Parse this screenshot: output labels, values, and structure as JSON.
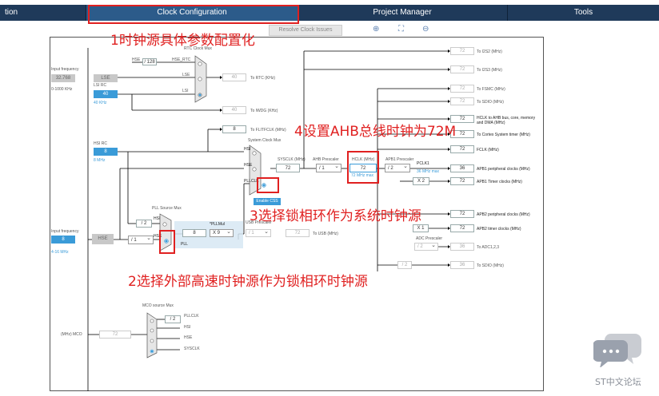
{
  "tabs": [
    {
      "label": "tion"
    },
    {
      "label": "Clock Configuration"
    },
    {
      "label": "Project Manager"
    },
    {
      "label": "Tools"
    }
  ],
  "toolbar": {
    "resolve_label": "Resolve Clock Issues"
  },
  "annotations": {
    "step1": "1时钟源具体参数配置化",
    "step2": "2选择外部高速时钟源作为锁相环时钟源",
    "step3": "3选择锁相环作为系统时钟源",
    "step4": "4设置AHB总线时钟为72M"
  },
  "diagram": {
    "input_freq_lse": "Input frequency",
    "lse_value": "32.768",
    "lse_range": "0-1000 KHz",
    "lse_label": "LSE",
    "lsi_rc": "LSI RC",
    "lsi_value": "40",
    "lsi_unit": "40 KHz",
    "rtc_mux": "RTC Clock Mux",
    "hse_rtc": "HSE_RTC",
    "div128": "/ 128",
    "hse_a": "HSE",
    "lse_b": "LSE",
    "lsi_c": "LSI",
    "rtc_value": "40",
    "rtc_label": "To RTC (KHz)",
    "iwdg_value": "40",
    "iwdg_label": "To IWDG (KHz)",
    "flit_value": "8",
    "flit_label": "To FLITFCLK (MHz)",
    "hsi_rc": "HSI RC",
    "hsi_value": "8",
    "hsi_unit": "8 MHz",
    "sysclk_mux": "System Clock Mux",
    "hsi_d": "HSI",
    "hse_d": "HSE",
    "pllclk": "PLLCLK",
    "enable_css": "Enable CSS",
    "sysclk_label": "SYSCLK (MHz)",
    "sysclk_value": "72",
    "ahb_presc": "AHB Prescaler",
    "ahb_div": "/ 1",
    "hclk_label": "HCLK (MHz)",
    "hclk_value": "72",
    "hclk_max": "72 MHz max",
    "apb1_presc": "APB1 Prescaler",
    "apb1_div": "/ 2",
    "pclk1": "PCLK1",
    "pclk1_max": "36 MHz max",
    "apb1_periph_value": "36",
    "apb1_periph_label": "APB1 peripheral clocks (MHz)",
    "x2": "X 2",
    "apb1_timer_value": "72",
    "apb1_timer_label": "APB1 Timer clocks (MHz)",
    "pll_src_mux": "PLL Source Mux",
    "div2": "/ 2",
    "hsi_e": "HSI",
    "hse_e": "HSE",
    "pll_label": "PLL",
    "pllmul_label": "*PLLMul",
    "pll_in": "8",
    "pllmul": "X 9",
    "input_freq_hse": "Input frequency",
    "hse_value": "8",
    "hse_range": "4-16 MHz",
    "hse_label": "HSE",
    "hse_div": "/ 1",
    "usb_presc": "USB Prescaler",
    "usb_div": "/ 1",
    "usb_value": "72",
    "usb_label": "To USB (MHz)",
    "out_i2s2": {
      "value": "72",
      "label": "To I2S2 (MHz)"
    },
    "out_i2s3": {
      "value": "72",
      "label": "To I2S3 (MHz)"
    },
    "out_fsmc": {
      "value": "72",
      "label": "To FSMC (MHz)"
    },
    "out_sdio": {
      "value": "72",
      "label": "To SDIO (MHz)"
    },
    "out_hclk_ahb": {
      "value": "72",
      "label": "HCLK to AHB bus, core, memory and DMA (MHz)"
    },
    "out_cortex": {
      "value": "72",
      "label": "To Cortex System timer (MHz)"
    },
    "out_fclk": {
      "value": "72",
      "label": "FCLK (MHz)"
    },
    "apb2_periph": {
      "value": "72",
      "label": "APB2 peripheral clocks (MHz)"
    },
    "x1": "X 1",
    "apb2_timer": {
      "value": "72",
      "label": "APB2 timer clocks (MHz)"
    },
    "adc_presc": "ADC Prescaler",
    "adc_div": "/ 2",
    "adc": {
      "value": "36",
      "label": "To ADC1,2,3"
    },
    "sdio_div": "/ 2",
    "sdio2": {
      "value": "36",
      "label": "To SDIO (MHz)"
    },
    "mco_mux": "MCO source Mux",
    "mco_value": "72",
    "mco_label": "(MHz) MCO",
    "mco_pllclk": "PLLCLK",
    "mco_hsi": "HSI",
    "mco_hse": "HSE",
    "mco_sysclk": "SYSCLK",
    "mco_div": "/ 2"
  },
  "watermark": "ST中文论坛",
  "colors": {
    "tab_bar": "#1f3a5a",
    "tab_active": "#2c5b8a",
    "accent_blue": "#3a9bd8",
    "annotation_red": "#e02020"
  }
}
